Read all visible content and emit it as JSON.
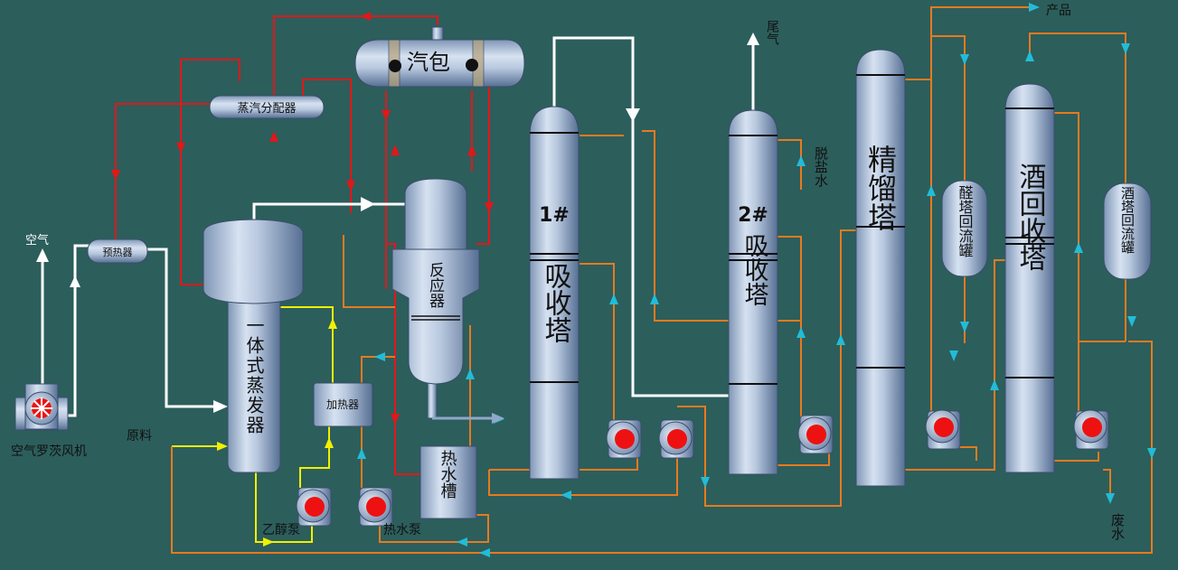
{
  "labels": {
    "drum": "汽包",
    "steam_distributor": "蒸汽分配器",
    "preheater": "预热器",
    "evaporator": "一体式蒸发器",
    "heater": "加热器",
    "reactor": "反应器",
    "hot_water_tank": "热水槽",
    "absorber1_num": "1#",
    "absorber1_name": "吸收塔",
    "absorber2_num": "2#",
    "absorber2_name": "吸收塔",
    "rectifier": "精馏塔",
    "aldehyde_reflux_tank": "醛塔回流罐",
    "alcohol_recovery": "酒回收塔",
    "alcohol_reflux_tank": "酒塔回流罐"
  },
  "streams": {
    "air": "空气",
    "blower": "空气罗茨风机",
    "feed": "原料",
    "ethanol_pump": "乙醇泵",
    "hot_water_pump": "热水泵",
    "tail_gas": "尾气",
    "demin_water": "脱盐水",
    "product": "产品",
    "waste_water": "废水"
  },
  "colors": {
    "background": "#2c5e5c",
    "steam_line": "#e01818",
    "process_gas_line": "#ffffff",
    "liquid_line": "#e87a1e",
    "ethanol_line": "#f0f000",
    "arrow_liquid": "#22bcd8",
    "pump_core": "#ee1111",
    "vessel_light": "#cfdcee",
    "vessel_dark": "#5f7a9e"
  }
}
